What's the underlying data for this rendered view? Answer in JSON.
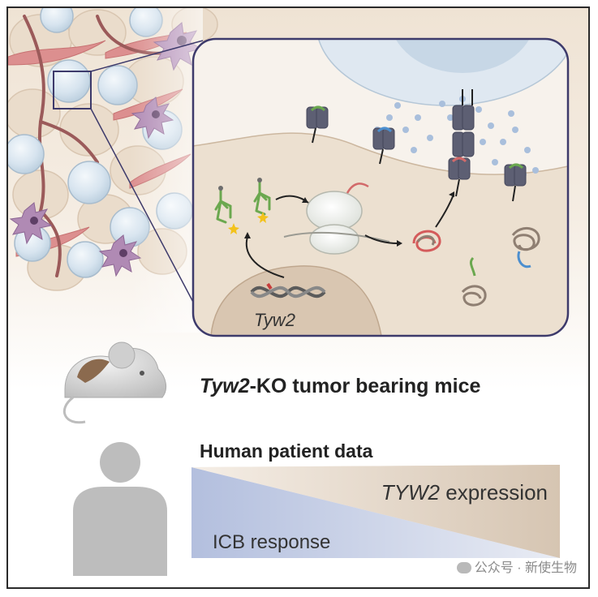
{
  "inset": {
    "gene_label": "Tyw2"
  },
  "mice": {
    "gene_prefix": "Tyw2",
    "suffix": "-KO tumor bearing mice"
  },
  "patient": {
    "title": "Human patient data"
  },
  "expression": {
    "gene": "TYW2",
    "suffix": " expression"
  },
  "icb": {
    "label": "ICB response"
  },
  "watermark": {
    "text": "公众号 · 新使生物"
  },
  "colors": {
    "inset_border": "#3d3a6b",
    "cell_bg": "#ede0cf",
    "immune_cell": "#cfe0ec",
    "dc_cell": "#a87ea8",
    "fibroblast": "#d98d8d",
    "trna_green": "#6ba84f",
    "receptor_gray": "#5d5f73",
    "gradient_blue": "#aebcd9",
    "gradient_tan": "#dccab7"
  }
}
